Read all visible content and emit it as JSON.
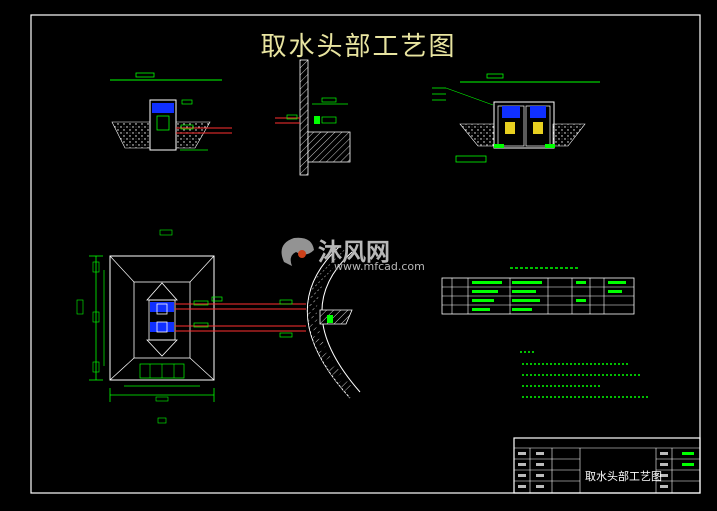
{
  "title": "取水头部工艺图",
  "watermark": {
    "brand": "沐风网",
    "url": "www.mfcad.com"
  },
  "title_block": {
    "drawing_name": "取水头部工艺图"
  },
  "colors": {
    "background": "#000000",
    "frame": "#ffffff",
    "annotation": "#00ff00",
    "pipe": "#ff3030",
    "equipment": "#1030ff",
    "title": "#e8e4a0",
    "watermark": "#b8b8b8"
  }
}
